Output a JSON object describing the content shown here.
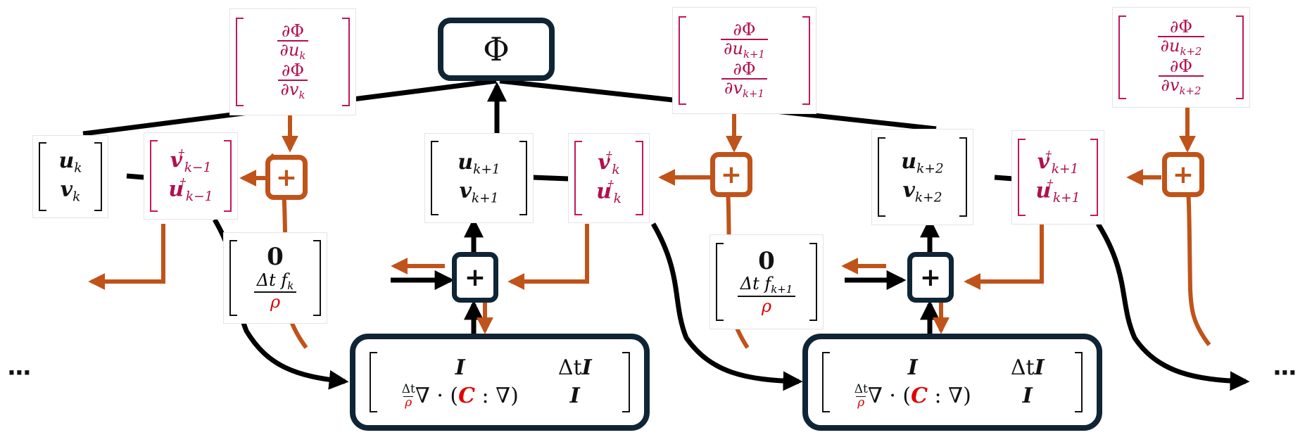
{
  "diagram": {
    "type": "computational-graph",
    "description": "Forward time-stepping and adjoint backpropagation through discretized elastodynamics",
    "objective": {
      "symbol": "Φ"
    },
    "states": [
      {
        "u": "u",
        "v": "v",
        "index": "k"
      },
      {
        "u": "u",
        "v": "v",
        "index": "k+1"
      },
      {
        "u": "u",
        "v": "v",
        "index": "k+2"
      }
    ],
    "adjoints": [
      {
        "v": "v",
        "u": "u",
        "mark": "†",
        "index": "k−1"
      },
      {
        "v": "v",
        "u": "u",
        "mark": "†",
        "index": "k"
      },
      {
        "v": "v",
        "u": "u",
        "mark": "†",
        "index": "k+1"
      }
    ],
    "gradients": [
      {
        "num": "∂Φ",
        "den_u": "∂u",
        "den_v": "∂v",
        "index": "k"
      },
      {
        "num": "∂Φ",
        "den_u": "∂u",
        "den_v": "∂v",
        "index": "k+1"
      },
      {
        "num": "∂Φ",
        "den_u": "∂u",
        "den_v": "∂v",
        "index": "k+2"
      }
    ],
    "forces": [
      {
        "zero": "0",
        "num": "Δt f",
        "index": "k",
        "den": "ρ"
      },
      {
        "zero": "0",
        "num": "Δt f",
        "index": "k+1",
        "den": "ρ"
      }
    ],
    "operator": {
      "r1c1": "I",
      "r1c2_prefix": "Δt",
      "r1c2": "I",
      "r2c1_frac_num": "Δt",
      "r2c1_frac_den": "ρ",
      "r2c1_pre": "∇ · (",
      "r2c1_C": "C",
      "r2c1_post": " : ∇)",
      "r2c2": "I"
    },
    "sum_symbol": "+",
    "ellipsis": "···",
    "colors": {
      "forward": "#000000",
      "adjoint": "#c0531a",
      "box_border": "#0f2536",
      "adjoint_text": "#b01050",
      "highlight": "#e00000"
    }
  }
}
